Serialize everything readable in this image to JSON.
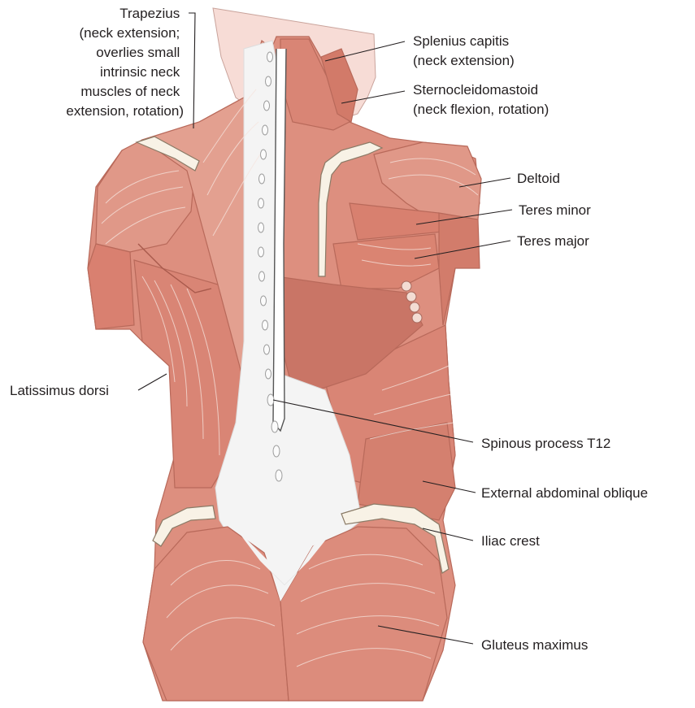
{
  "colors": {
    "muscle": "#dd8f7f",
    "muscle_dark": "#c97566",
    "muscle_light": "#e8a898",
    "skin": "#f7dcd6",
    "fascia": "#f4f4f4",
    "bone": "#f8f2e6",
    "text": "#231f20"
  },
  "labels": {
    "trapezius": [
      "Trapezius",
      "(neck extension;",
      "overlies small",
      "intrinsic neck",
      "muscles of neck",
      "extension, rotation)"
    ],
    "splenius_capitis": [
      "Splenius capitis",
      "(neck extension)"
    ],
    "sternocleidomastoid": [
      "Sternocleidomastoid",
      "(neck flexion, rotation)"
    ],
    "deltoid": "Deltoid",
    "teres_minor": "Teres minor",
    "teres_major": "Teres major",
    "latissimus_dorsi": "Latissimus dorsi",
    "spinous_process": "Spinous process T12",
    "external_oblique": "External abdominal oblique",
    "iliac_crest": "Iliac crest",
    "gluteus_maximus": "Gluteus maximus"
  }
}
